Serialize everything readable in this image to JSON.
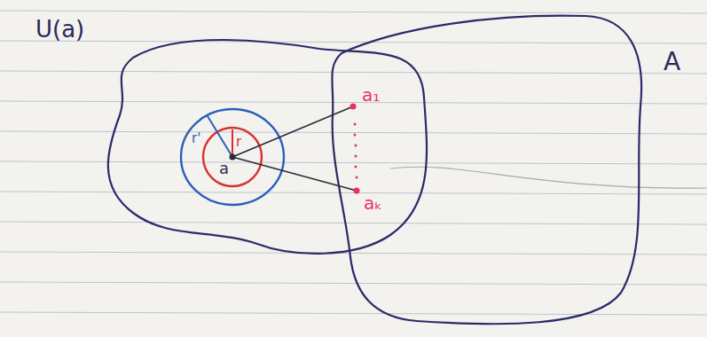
{
  "diagram": {
    "nodes": [
      {
        "text": [
          "U(a)"
        ]
      },
      {
        "text": [
          "A"
        ]
      }
    ],
    "labels": [
      "a",
      "r",
      "r'",
      "a₁",
      "aₖ"
    ]
  }
}
